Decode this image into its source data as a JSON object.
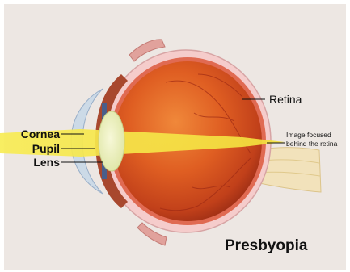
{
  "diagram": {
    "title": "Presbyopia",
    "labels": {
      "cornea": "Cornea",
      "pupil": "Pupil",
      "lens": "Lens",
      "retina": "Retina",
      "focus_line1": "Image focused",
      "focus_line2": "behind the retina"
    }
  },
  "colors": {
    "background": "#ede7e3",
    "eyeball": "#d9561f",
    "sclera": "#f4c9c9",
    "light_beam": "#f6e94a",
    "lens": "#eef2c0"
  }
}
